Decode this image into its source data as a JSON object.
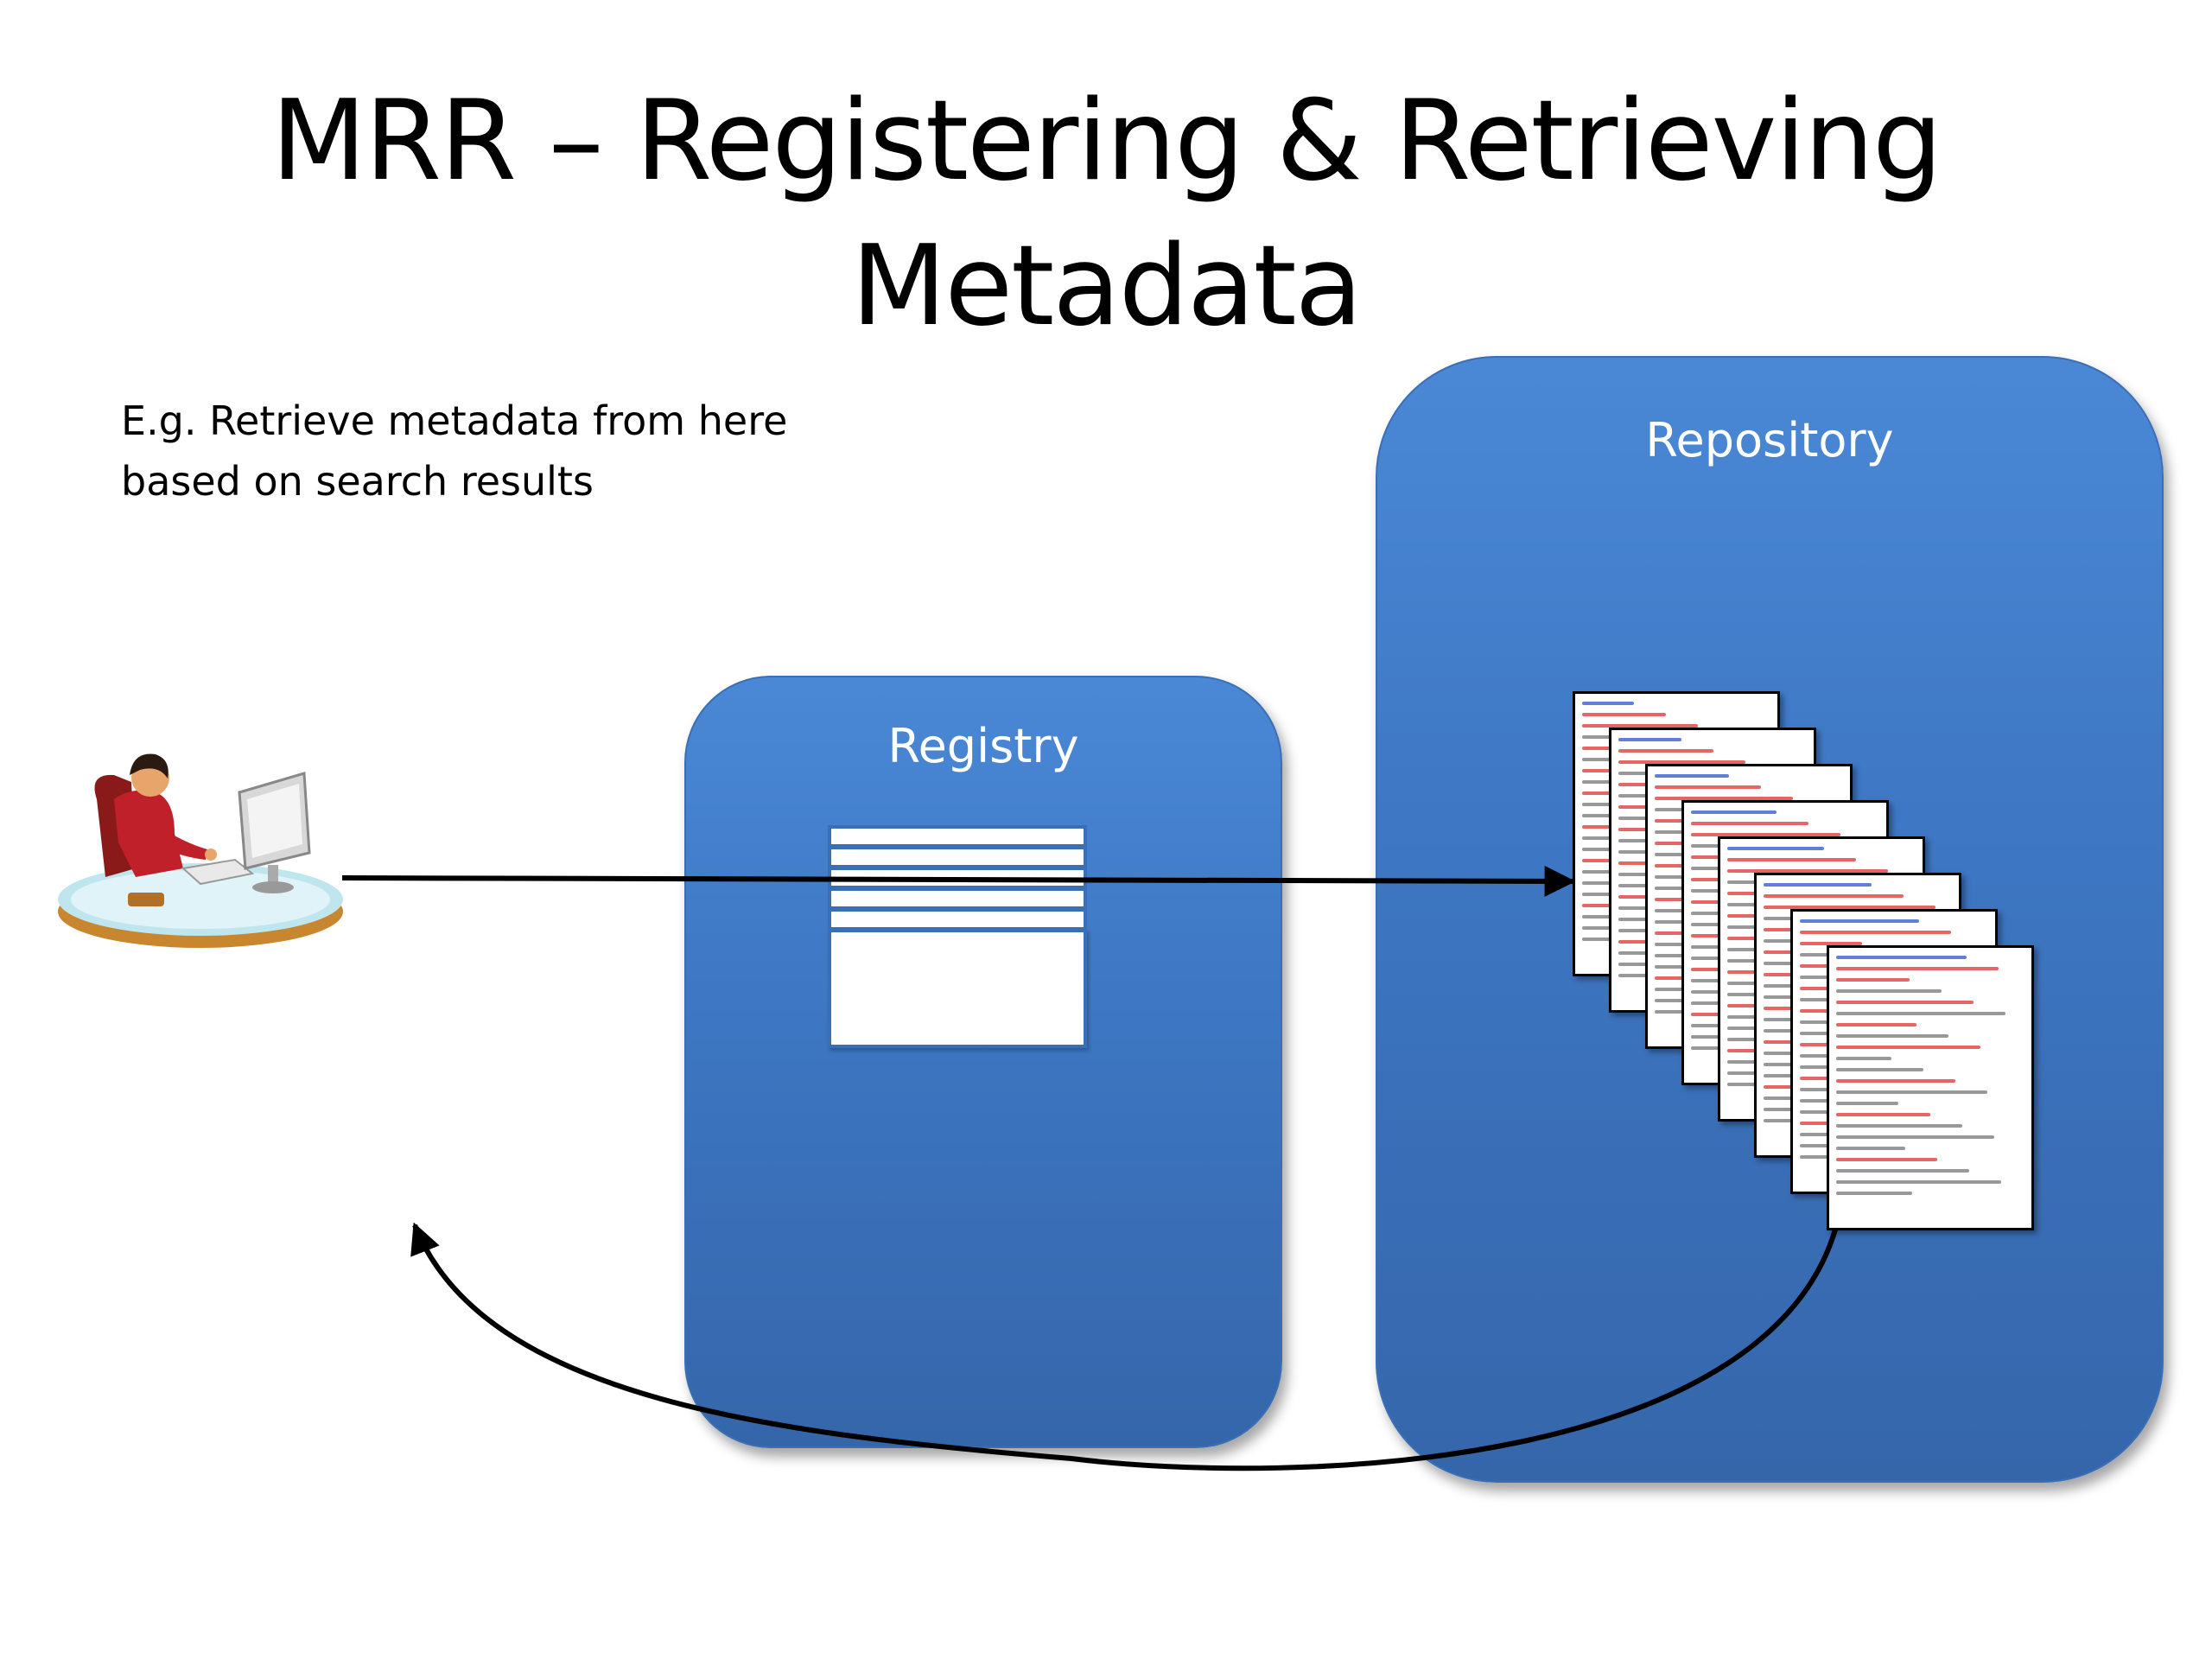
{
  "title": {
    "line1": "MRR – Registering & Retrieving",
    "line2": "Metadata"
  },
  "caption": {
    "line1": "E.g. Retrieve metadata from here",
    "line2": "based on search results"
  },
  "registry": {
    "label": "Registry"
  },
  "repository": {
    "label": "Repository"
  },
  "colors": {
    "box_blue": "#3d76c2",
    "label_text": "#ffffff",
    "doc_red_text": "#e04040",
    "arrow": "#000000"
  },
  "icons": {
    "user": "person-at-computer-icon",
    "records": "record-stack-icon",
    "documents": "xml-document-stack-icon"
  }
}
